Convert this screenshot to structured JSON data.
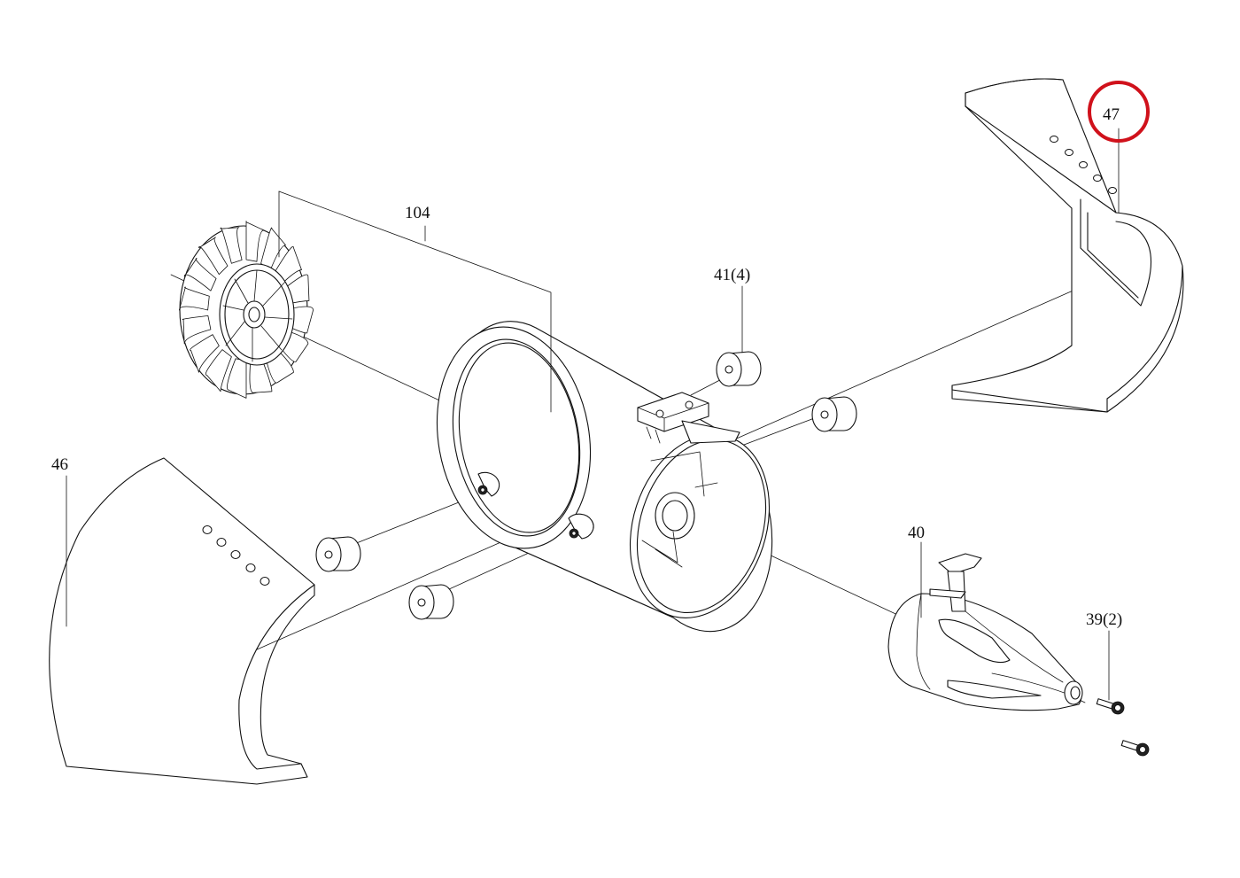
{
  "labels": {
    "l104": "104",
    "l41": "41(4)",
    "l47": "47",
    "l46": "46",
    "l40": "40",
    "l39": "39(2)"
  },
  "highlight": {
    "target_label": "47",
    "color": "#d0111b"
  }
}
